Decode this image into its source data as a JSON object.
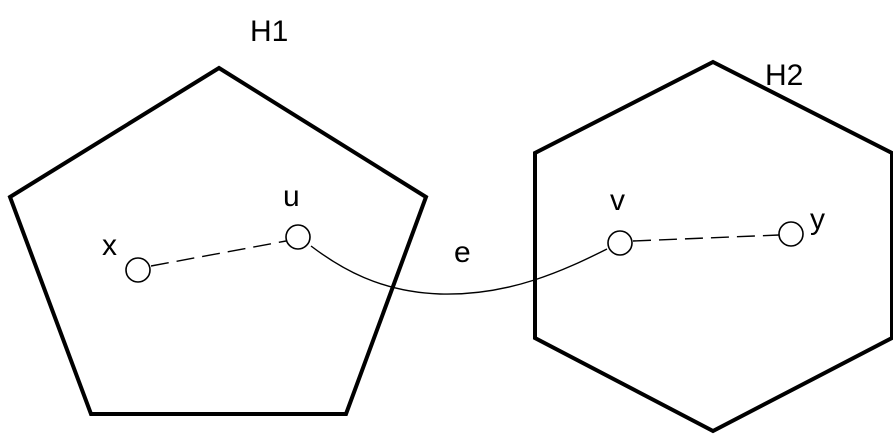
{
  "subgraphs": [
    {
      "id": "H1",
      "label": "H1",
      "shape": "pentagon"
    },
    {
      "id": "H2",
      "label": "H2",
      "shape": "hexagon"
    }
  ],
  "nodes": [
    {
      "id": "x",
      "label": "x",
      "group": "H1"
    },
    {
      "id": "u",
      "label": "u",
      "group": "H1"
    },
    {
      "id": "v",
      "label": "v",
      "group": "H2"
    },
    {
      "id": "y",
      "label": "y",
      "group": "H2"
    }
  ],
  "edges": [
    {
      "from": "x",
      "to": "u",
      "label": "",
      "style": "dashed"
    },
    {
      "from": "u",
      "to": "v",
      "label": "e",
      "style": "solid"
    },
    {
      "from": "v",
      "to": "y",
      "label": "",
      "style": "dashed"
    }
  ],
  "colors": {
    "stroke": "#000000",
    "background": "#ffffff"
  }
}
